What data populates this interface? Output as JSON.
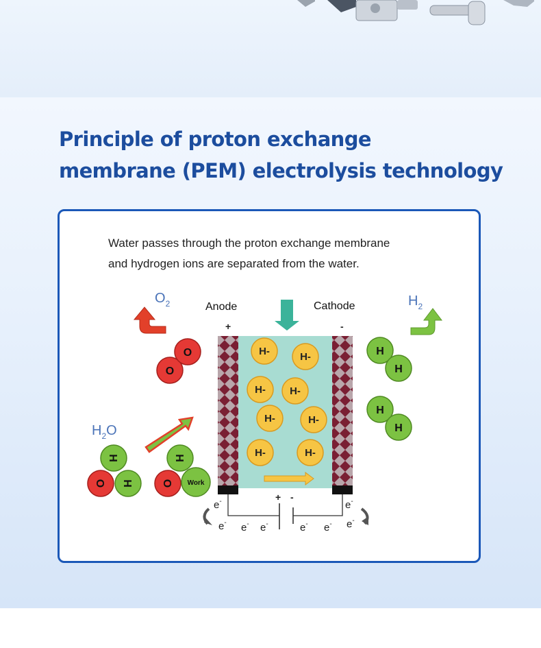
{
  "title": {
    "line1": "Principle of proton exchange",
    "line2": "membrane (PEM) electrolysis technology"
  },
  "description": {
    "line1": "Water passes through the proton exchange membrane",
    "line2": "and hydrogen ions are separated from the water."
  },
  "diagram": {
    "anode_label": "Anode",
    "cathode_label": "Cathode",
    "anode_sign": "+",
    "cathode_sign": "-",
    "oxygen_label": "O",
    "oxygen_sub": "2",
    "hydrogen_label": "H",
    "hydrogen_sub": "2",
    "water_label_h": "H",
    "water_label_sub": "2",
    "water_label_o": "O",
    "ion_label": "H-",
    "o_atom": "O",
    "h_atom": "H",
    "work_label": "Work",
    "battery_plus": "+",
    "battery_minus": "-",
    "electron": "e",
    "electron_sup": "-",
    "colors": {
      "oxygen": "#e53935",
      "hydrogen": "#7cc242",
      "ion": "#f6c544",
      "electrolyte": "#a8dcd2",
      "membrane": "#7a1f33",
      "arrow_red": "#e2402a",
      "arrow_green": "#7cc242",
      "arrow_teal": "#3bb39a",
      "title": "#1c4d9e",
      "border": "#1b58b8"
    }
  }
}
